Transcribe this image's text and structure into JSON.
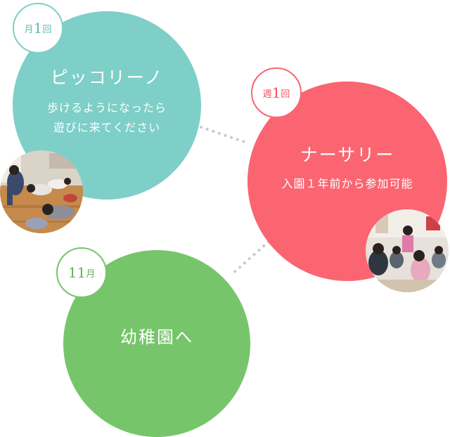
{
  "steps": [
    {
      "badge_prefix": "月",
      "badge_number": "1",
      "badge_suffix": "回",
      "title": "ピッコリーノ",
      "subtitle_line1": "歩けるようになったら",
      "subtitle_line2": "遊びに来てください",
      "photo_icon": "children-exercising-photo"
    },
    {
      "badge_prefix": "週",
      "badge_number": "1",
      "badge_suffix": "回",
      "title": "ナーサリー",
      "subtitle_line1": "入園１年前から参加可能",
      "photo_icon": "classroom-children-photo"
    },
    {
      "badge_number": "11",
      "badge_suffix": "月",
      "title": "幼稚園へ"
    }
  ],
  "colors": {
    "teal": "#7ecfc7",
    "coral": "#fa6571",
    "green": "#77c56b",
    "connector": "#c9c9c9"
  }
}
